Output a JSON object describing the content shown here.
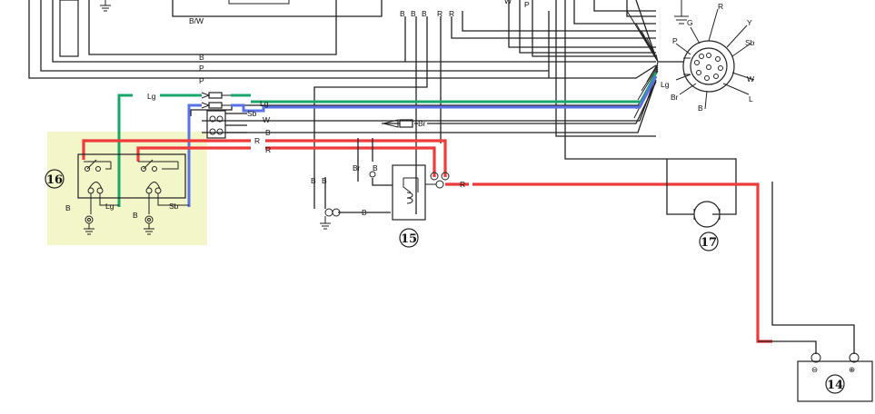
{
  "colors": {
    "background": "#ffffff",
    "ink": "#222222",
    "highlight": "#f2f6c8",
    "wire_red": "#ee3b3b",
    "wire_green": "#1aa56a",
    "wire_blue": "#5a72e8"
  },
  "components": {
    "c16": "16",
    "c15": "15",
    "c17": "17",
    "c14": "14"
  },
  "wires": {
    "bw": "B/W",
    "b": "B",
    "p": "P",
    "r": "R",
    "w": "W",
    "lg": "Lg",
    "sb": "Sb",
    "br": "Br"
  },
  "connector_pins": [
    "R",
    "Y",
    "G",
    "Sb",
    "P",
    "Lg",
    "W",
    "Br",
    "L",
    "B"
  ],
  "battery_terminals": {
    "negative": "⊖",
    "positive": "⊕"
  }
}
